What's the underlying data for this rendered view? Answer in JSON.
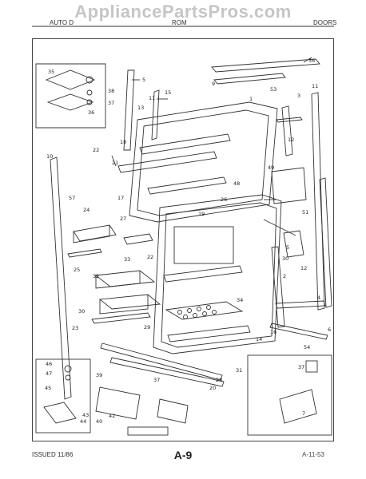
{
  "watermark": "AppliancePartsPros.com",
  "header": {
    "left": "AUTO D",
    "center": "ROM",
    "right": "DOORS"
  },
  "footer": {
    "issued": "ISSUED 11/86",
    "page": "A-9",
    "code": "A-11-53"
  },
  "callouts": [
    "1",
    "2",
    "3",
    "4",
    "5",
    "6",
    "7",
    "9",
    "10",
    "11",
    "11",
    "12",
    "12",
    "13",
    "14",
    "15",
    "16",
    "17",
    "18",
    "19",
    "20",
    "21",
    "22",
    "22",
    "23",
    "24",
    "25",
    "26",
    "27",
    "28",
    "29",
    "30",
    "30",
    "31",
    "32",
    "33",
    "34",
    "35",
    "36",
    "37",
    "37",
    "37",
    "38",
    "39",
    "40",
    "42",
    "43",
    "44",
    "45",
    "46",
    "47",
    "48",
    "49",
    "51",
    "53",
    "54",
    "56",
    "57",
    "5"
  ],
  "colors": {
    "line": "#333333",
    "paper": "#ffffff",
    "watermark": "#969696"
  }
}
